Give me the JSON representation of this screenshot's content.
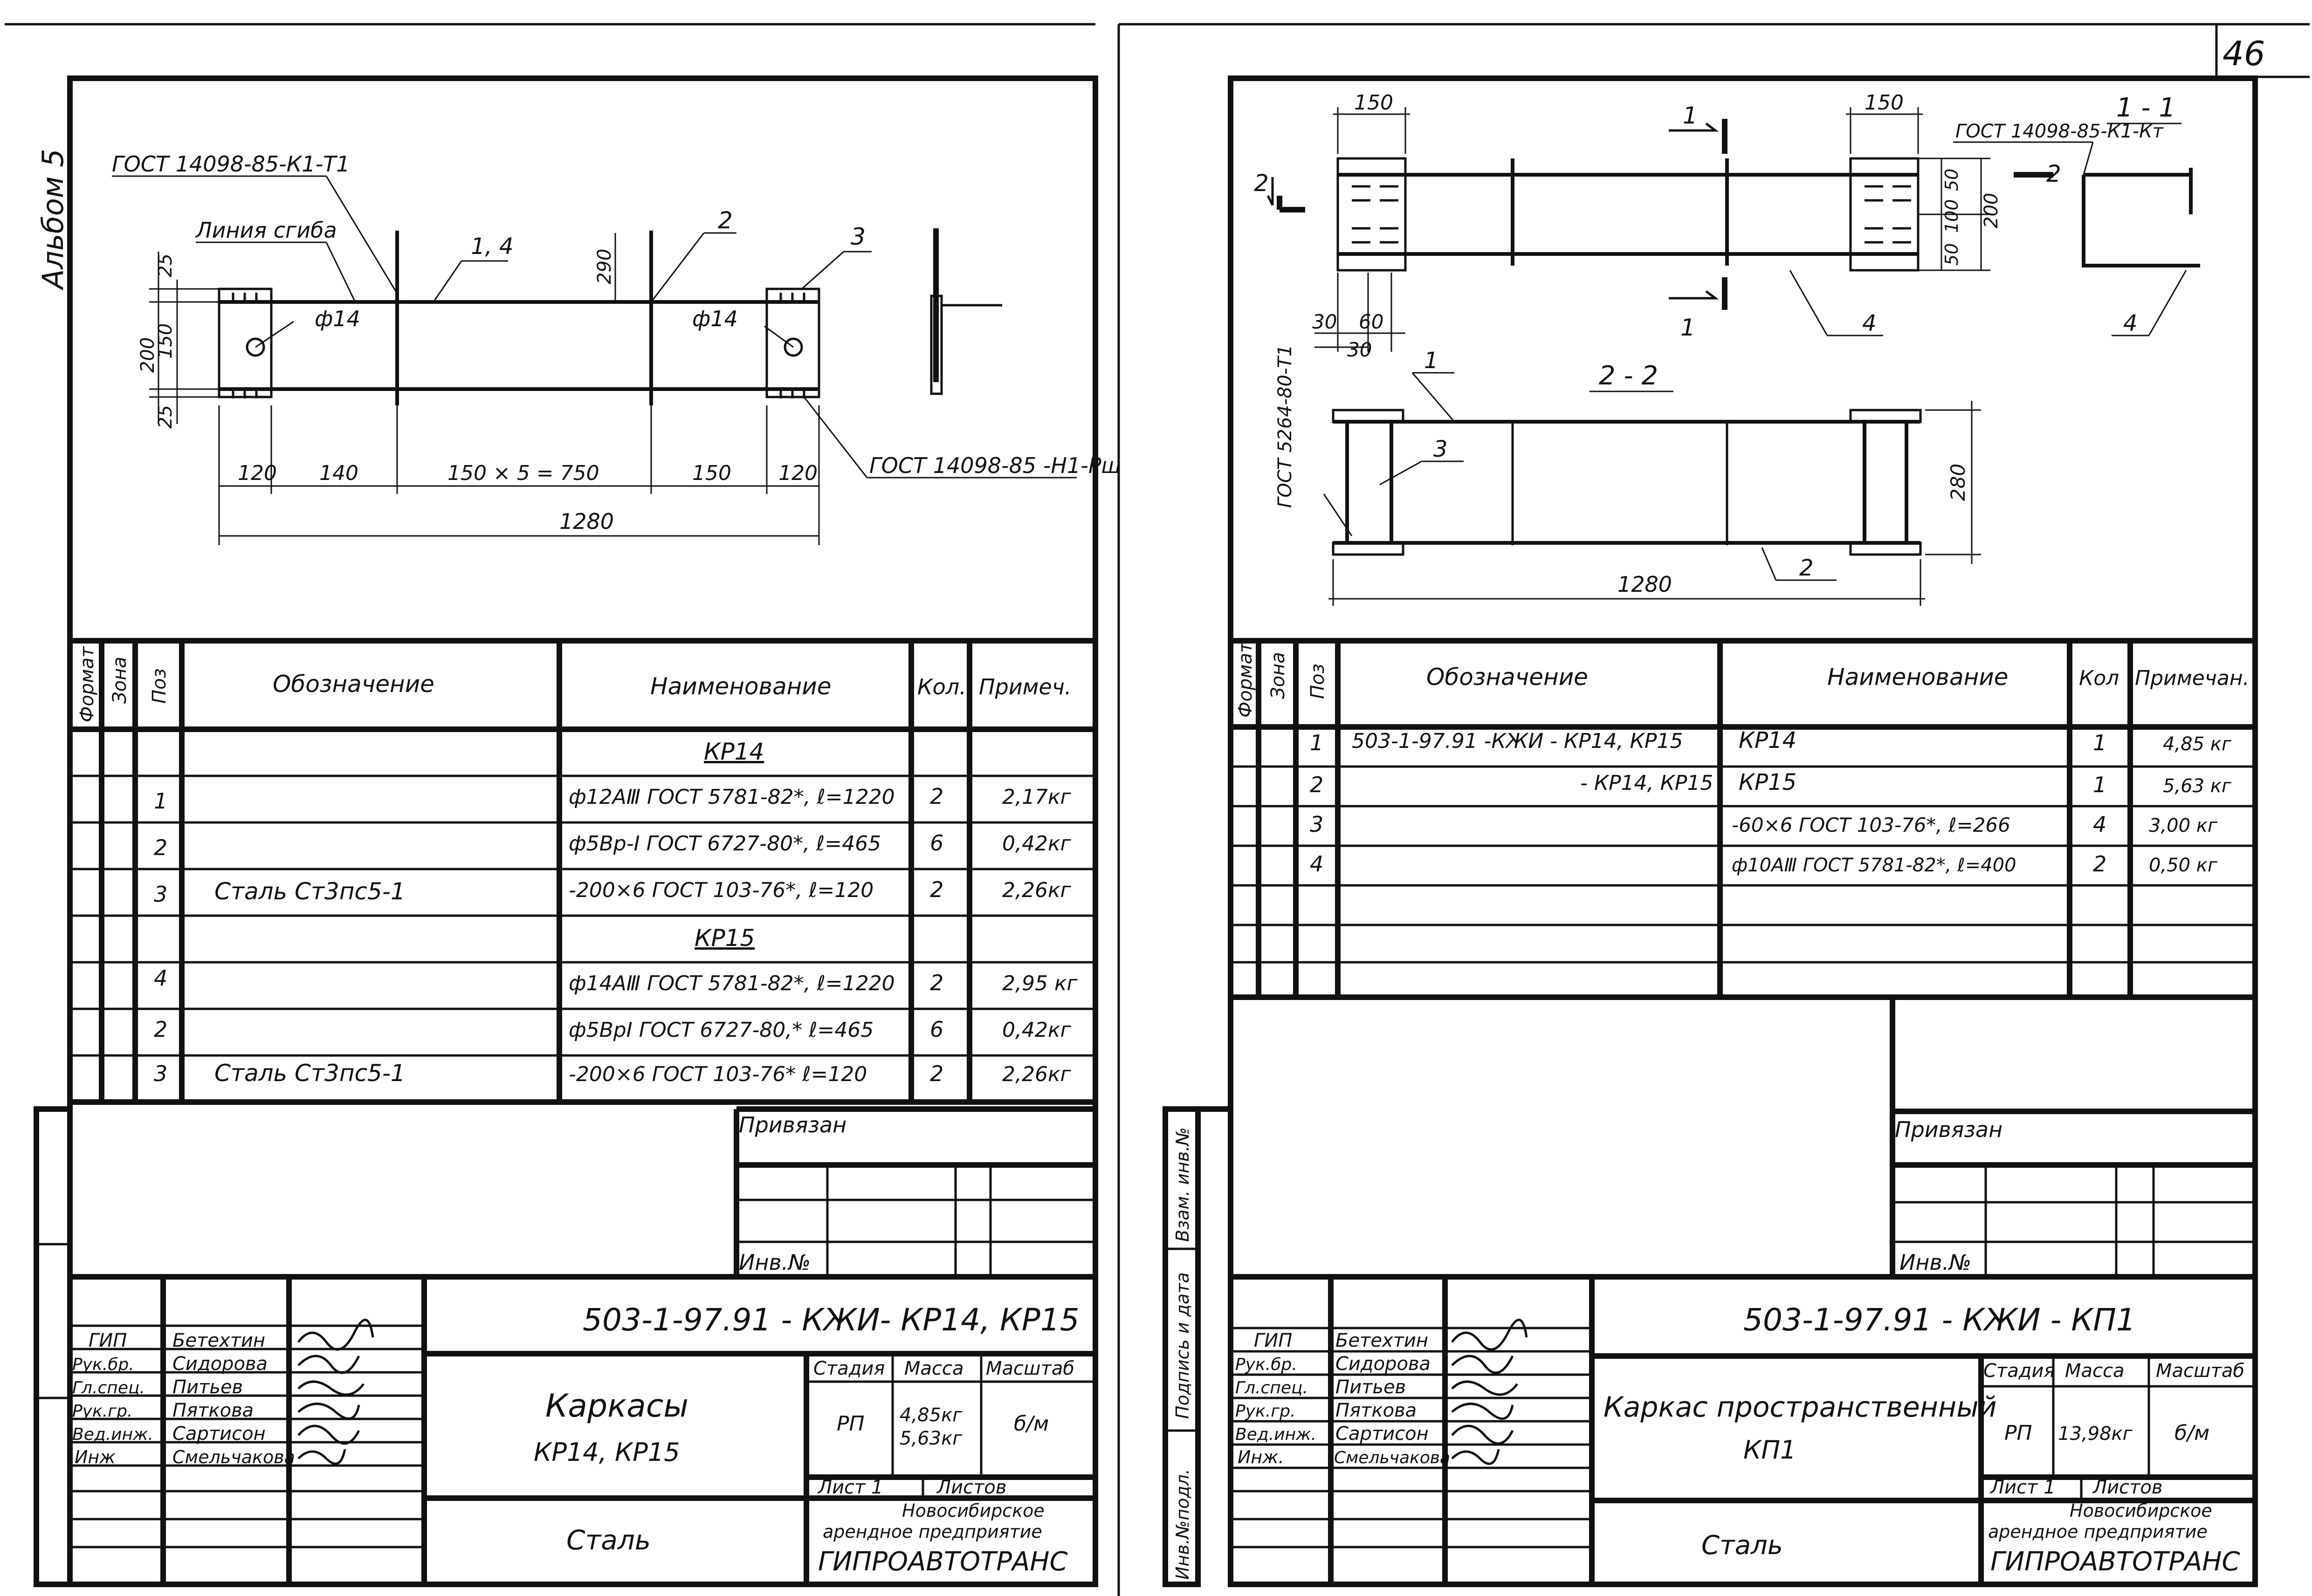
{
  "page_number": "46",
  "album_label": "Альбом 5",
  "left": {
    "callouts": {
      "gost_k1t1": "ГОСТ 14098-85-К1-Т1",
      "bend_line": "Линия сгиба",
      "gost_h1rsh": "ГОСТ 14098-85 -Н1-Рш",
      "pos_14": "1, 4",
      "pos_2": "2",
      "pos_3": "3",
      "d14_left": "ф14",
      "d14_right": "ф14"
    },
    "dims": {
      "d25_top": "25",
      "d150": "150",
      "d200": "200",
      "d25_bottom": "25",
      "d290": "290",
      "d120_left": "120",
      "d140": "140",
      "d750": "150 × 5 = 750",
      "d150_right": "150",
      "d120_right": "120",
      "d1280": "1280"
    },
    "table": {
      "headers": {
        "format": "Формат",
        "zone": "Зона",
        "pos": "Поз",
        "designation": "Обозначение",
        "name": "Наименование",
        "qty": "Кол.",
        "note": "Примеч."
      },
      "rows": [
        {
          "pos": "",
          "designation": "",
          "name": "КР14",
          "qty": "",
          "note": "",
          "header": true
        },
        {
          "pos": "1",
          "designation": "",
          "name": "ф12АⅢ  ГОСТ 5781-82*,  ℓ=1220",
          "qty": "2",
          "note": "2,17кг"
        },
        {
          "pos": "2",
          "designation": "",
          "name": "ф5Вр-I  ГОСТ 6727-80*,  ℓ=465",
          "qty": "6",
          "note": "0,42кг"
        },
        {
          "pos": "3",
          "designation": "Сталь  Ст3пс5-1",
          "name": "-200×6  ГОСТ 103-76*,  ℓ=120",
          "qty": "2",
          "note": "2,26кг"
        },
        {
          "pos": "",
          "designation": "",
          "name": "КР15",
          "qty": "",
          "note": "",
          "header": true
        },
        {
          "pos": "4",
          "designation": "",
          "name": "ф14АⅢ  ГОСТ 5781-82*,  ℓ=1220",
          "qty": "2",
          "note": "2,95 кг"
        },
        {
          "pos": "2",
          "designation": "",
          "name": "ф5ВрI  ГОСТ 6727-80,*  ℓ=465",
          "qty": "6",
          "note": "0,42кг"
        },
        {
          "pos": "3",
          "designation": "Сталь  Ст3пс5-1",
          "name": "-200×6  ГОСТ 103-76*  ℓ=120",
          "qty": "2",
          "note": "2,26кг"
        }
      ]
    },
    "stamp": {
      "privyazan": "Привязан",
      "inv_no": "Инв.№",
      "code": "503-1-97.91 - КЖИ- КР14, КР15",
      "title_line1": "Каркасы",
      "title_line2": "КР14, КР15",
      "material": "Сталь",
      "stage_label": "Стадия",
      "mass_label": "Масса",
      "scale_label": "Масштаб",
      "stage": "РП",
      "mass1": "4,85кг",
      "mass2": "5,63кг",
      "scale": "б/м",
      "sheet_label": "Лист 1",
      "sheets_label": "Листов",
      "org1": "Новосибирское",
      "org2": "арендное предприятие",
      "org3": "ГИПРОАВТОТРАНС",
      "people": [
        {
          "role": "ГИП",
          "name": "Бетехтин"
        },
        {
          "role": "Рук.бр.",
          "name": "Сидорова"
        },
        {
          "role": "Гл.спец.",
          "name": "Питьев"
        },
        {
          "role": "Рук.гр.",
          "name": "Пяткова"
        },
        {
          "role": "Вед.инж.",
          "name": "Сартисон"
        },
        {
          "role": "Инж",
          "name": "Смельчакова"
        }
      ]
    }
  },
  "right": {
    "callouts": {
      "gost_k1kt": "ГОСТ 14098-85-К1-Кт",
      "gost_5264": "ГОСТ 5264-80-Т1",
      "section_11": "1 - 1",
      "section_22": "2 - 2",
      "cut1_top": "1",
      "cut1_bottom": "1",
      "cut2_left": "2",
      "cut2_right": "2",
      "pos4_a": "4",
      "pos4_b": "4",
      "pos1": "1",
      "pos3": "3",
      "pos2": "2"
    },
    "dims": {
      "d150_left": "150",
      "d150_right": "150",
      "d30a": "30",
      "d60": "60",
      "d30b": "30",
      "d50a": "50",
      "d100": "100",
      "d50b": "50",
      "d200": "200",
      "d280": "280",
      "d1280": "1280"
    },
    "table": {
      "headers": {
        "format": "Формат",
        "zone": "Зона",
        "pos": "Поз",
        "designation": "Обозначение",
        "name": "Наименование",
        "qty": "Кол",
        "note": "Примечан."
      },
      "rows": [
        {
          "pos": "1",
          "designation": "503-1-97.91 -КЖИ -  КР14, КР15",
          "name": "КР14",
          "qty": "1",
          "note": "4,85 кг"
        },
        {
          "pos": "2",
          "designation": "- КР14, КР15",
          "name": "КР15",
          "qty": "1",
          "note": "5,63 кг"
        },
        {
          "pos": "3",
          "designation": "",
          "name": "-60×6  ГОСТ 103-76*,  ℓ=266",
          "qty": "4",
          "note": "3,00 кг"
        },
        {
          "pos": "4",
          "designation": "",
          "name": "ф10АⅢ  ГОСТ 5781-82*,  ℓ=400",
          "qty": "2",
          "note": "0,50 кг"
        }
      ]
    },
    "side_labels": {
      "vzam": "Взам. инв.№",
      "podpis": "Подпись и дата",
      "inv_podl": "Инв.№подл."
    },
    "stamp": {
      "privyazan": "Привязан",
      "inv_no": "Инв.№",
      "code": "503-1-97.91 - КЖИ - КП1",
      "title_line1": "Каркас пространственный",
      "title_line2": "КП1",
      "material": "Сталь",
      "stage_label": "Стадия",
      "mass_label": "Масса",
      "scale_label": "Масштаб",
      "stage": "РП",
      "mass1": "13,98кг",
      "scale": "б/м",
      "sheet_label": "Лист 1",
      "sheets_label": "Листов",
      "org1": "Новосибирское",
      "org2": "арендное предприятие",
      "org3": "ГИПРОАВТОТРАНС",
      "people": [
        {
          "role": "ГИП",
          "name": "Бетехтин"
        },
        {
          "role": "Рук.бр.",
          "name": "Сидорова"
        },
        {
          "role": "Гл.спец.",
          "name": "Питьев"
        },
        {
          "role": "Рук.гр.",
          "name": "Пяткова"
        },
        {
          "role": "Вед.инж.",
          "name": "Сартисон"
        },
        {
          "role": "Инж.",
          "name": "Смельчакова"
        }
      ]
    }
  }
}
